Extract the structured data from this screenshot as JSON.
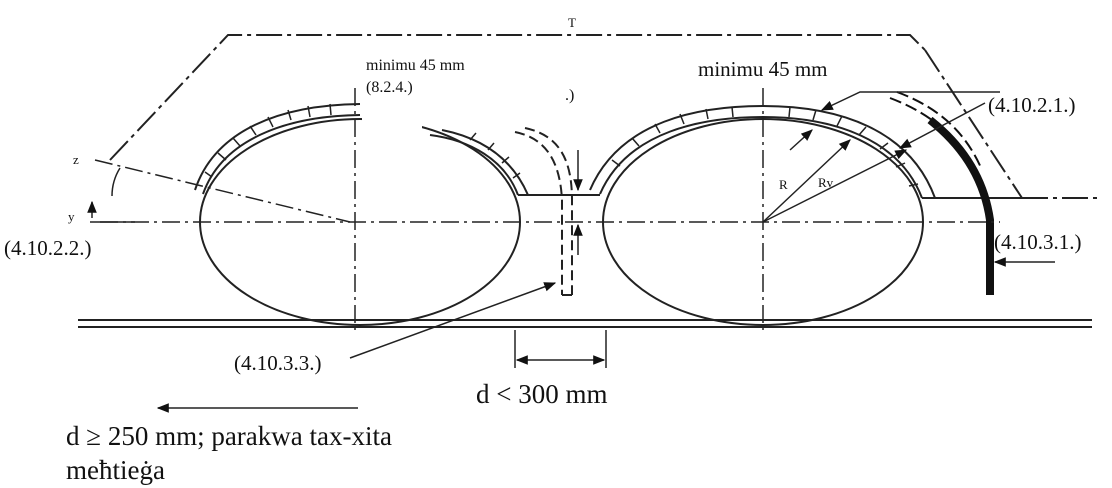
{
  "labels": {
    "T": "T",
    "min_left_line1": "minimu 45 mm",
    "min_left_line2": "(8.2.4.)",
    "min_left_paren": ".)",
    "min_right": "minimu 45 mm",
    "ref_4_10_2_1": "(4.10.2.1.)",
    "ref_4_10_2_2": "(4.10.2.2.)",
    "ref_4_10_3_1": "(4.10.3.1.)",
    "ref_4_10_3_3": "(4.10.3.3.)",
    "d_lt_300": "d < 300 mm",
    "d_ge_250_line1": "d ≥ 250 mm; parakwa tax-xita",
    "d_ge_250_line2": "meħtieġa",
    "R": "R",
    "Rv": "Rv",
    "z": "z",
    "y": "y"
  }
}
